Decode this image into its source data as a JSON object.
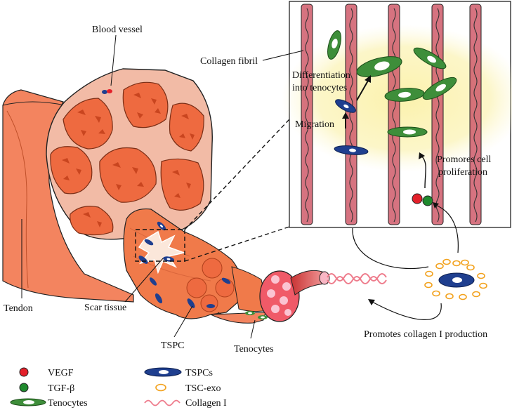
{
  "labels": {
    "blood_vessel": "Blood vessel",
    "collagen_fibril": "Collagen fibril",
    "differentiation_line1": "Differentiation",
    "differentiation_line2": "into tenocytes",
    "migration": "Migration",
    "promotes_prolif_line1": "Promores cell",
    "promotes_prolif_line2": "proliferation",
    "tendon": "Tendon",
    "scar_tissue": "Scar tissue",
    "tspc": "TSPC",
    "tenocytes": "Tenocytes",
    "promotes_collagen": "Promotes collagen I production"
  },
  "legend": [
    {
      "symbol": "red-dot",
      "label": "VEGF"
    },
    {
      "symbol": "green-dot",
      "label": "TGF-β"
    },
    {
      "symbol": "tenocyte",
      "label": "Tenocytes"
    },
    {
      "symbol": "tspc",
      "label": "TSPCs"
    },
    {
      "symbol": "exosome",
      "label": "TSC-exo"
    },
    {
      "symbol": "wave",
      "label": "Collagen I"
    }
  ],
  "colors": {
    "tendon_fill": "#F3845F",
    "tendon_dark": "#E96A3E",
    "fascicle_bg": "#F2BBA6",
    "fibril": "#D0606E",
    "haze": "#FBF3B6",
    "tenocyte_green": "#3E8E3A",
    "tspc_blue": "#1F3F8F",
    "vegf_red": "#E3202A",
    "tgf_green": "#1F8A2E",
    "exo_orange": "#F2A21E",
    "collagen_pink": "#EE7C8C"
  }
}
